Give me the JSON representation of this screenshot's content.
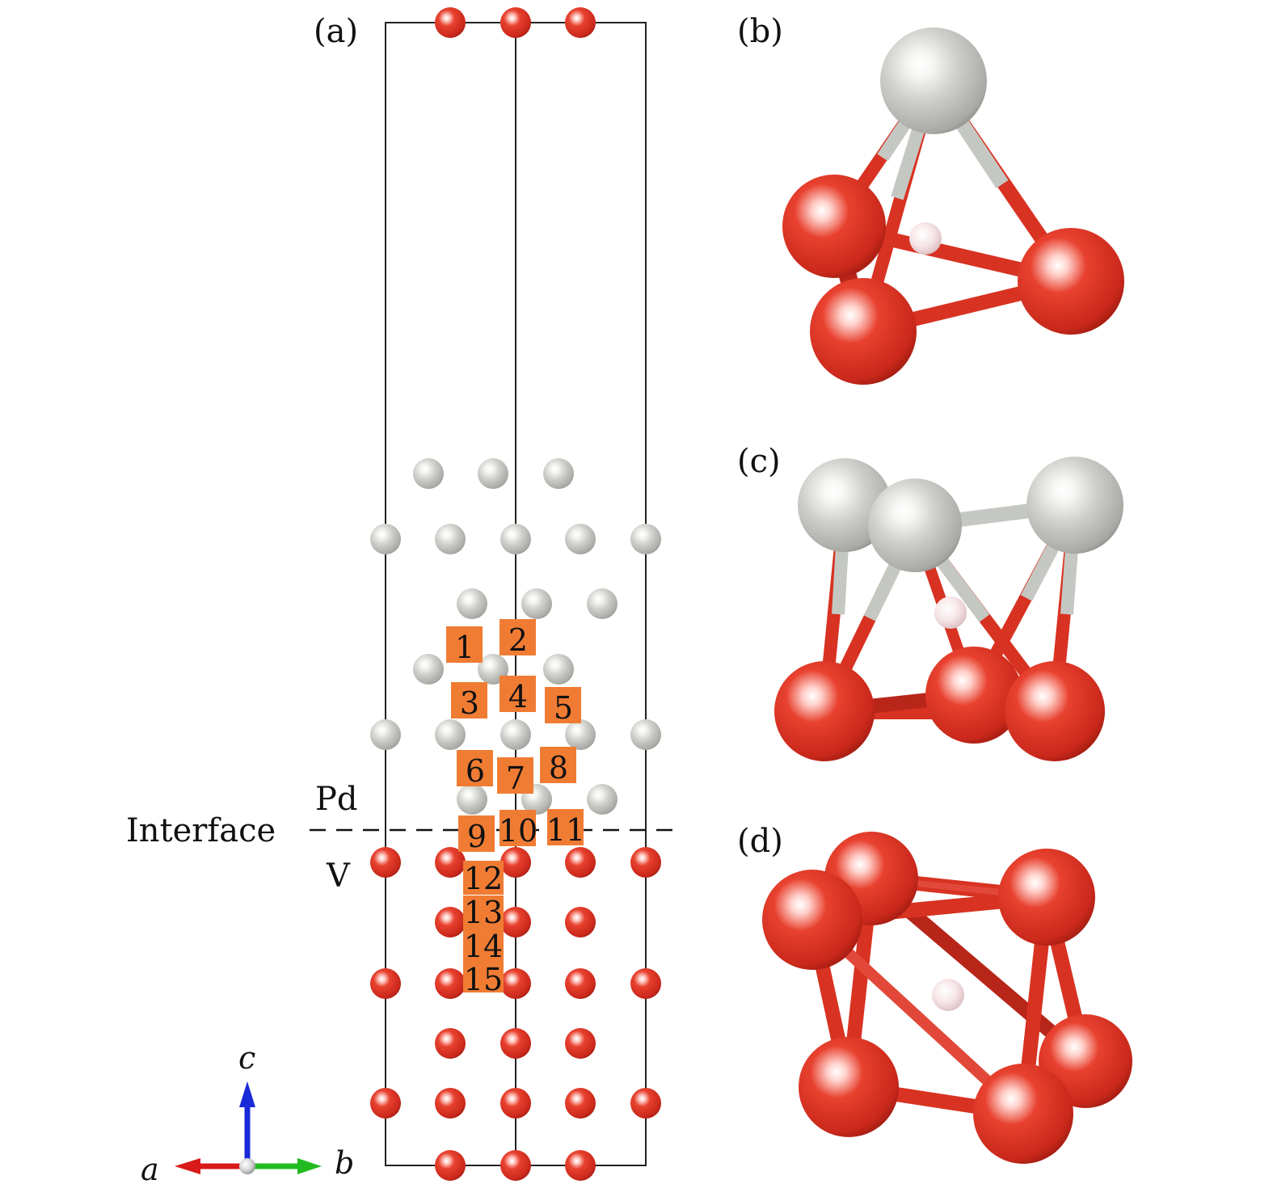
{
  "panels": {
    "a": "(a)",
    "b": "(b)",
    "c": "(c)",
    "d": "(d)"
  },
  "labels": {
    "pd": "Pd",
    "interface": "Interface",
    "v": "V"
  },
  "sites": [
    "1",
    "2",
    "3",
    "4",
    "5",
    "6",
    "7",
    "8",
    "9",
    "10",
    "11",
    "12",
    "13",
    "14",
    "15"
  ],
  "axes": {
    "a": "a",
    "b": "b",
    "c": "c"
  },
  "colors": {
    "v_atom": "#d42d20",
    "pd_atom": "#c8c9c4",
    "h_atom": "#f4dde0",
    "site_box": "#f07c34",
    "bond_v": "#d83222",
    "bond_pd": "#c5c8c2",
    "cell_line": "#222222",
    "axis_a": "#d81a1a",
    "axis_b": "#22bb22",
    "axis_c": "#1a2ad8"
  }
}
